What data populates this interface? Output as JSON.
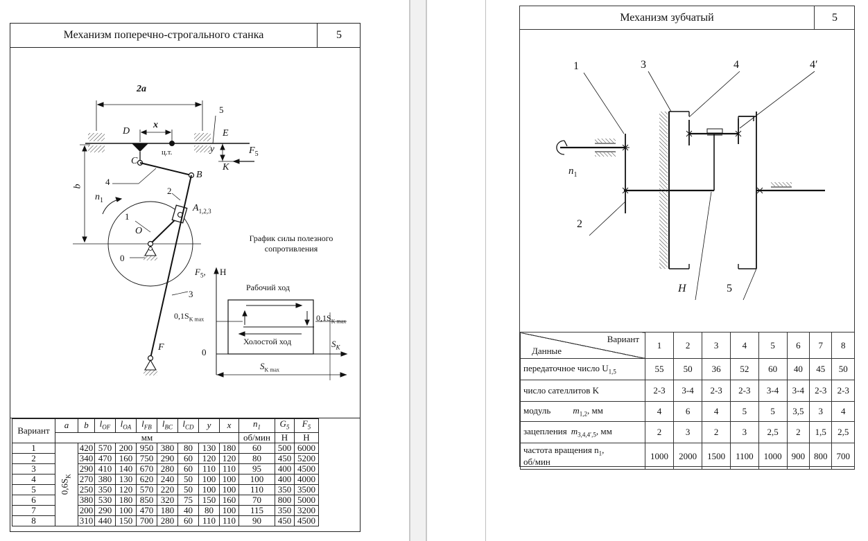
{
  "left": {
    "title": "Механизм поперечно-строгального станка",
    "number": "5",
    "figure": {
      "dim_2a": "2a",
      "dim_x": "x",
      "dim_y": "y",
      "dim_b": "b",
      "point_D": "D",
      "point_E": "E",
      "point_C": "C",
      "point_B": "B",
      "point_K": "K",
      "point_O": "O",
      "point_F": "F",
      "point_A": "A",
      "point_A_sub": "1,2,3",
      "force": "F",
      "force_sub": "5",
      "cm": "ц.т.",
      "n1": "n",
      "n1_sub": "1",
      "link_5": "5",
      "link_4": "4",
      "link_2": "2",
      "link_1": "1",
      "link_0": "0",
      "link_3": "3",
      "graph_title_1": "График силы полезного",
      "graph_title_2": "сопротивления",
      "graph_yaxis": "F",
      "graph_yaxis_sub": "5",
      "graph_yaxis_unit": "H",
      "work_stroke": "Рабочий ход",
      "idle_stroke": "Холостой ход",
      "s_left": "0,1S",
      "s_right": "0,1S",
      "s_sub": "K max",
      "origin": "0",
      "sk": "S",
      "sk_sub": "K",
      "skmax": "S",
      "skmax_sub": "K max"
    },
    "table": {
      "h_variant": "Вариант",
      "h_a": "a",
      "h_b": "b",
      "h_lof": "l",
      "h_lof_sub": "OF",
      "h_loa": "l",
      "h_loa_sub": "OA",
      "h_lfb": "l",
      "h_lfb_sub": "FB",
      "h_lbc": "l",
      "h_lbc_sub": "BC",
      "h_lcd": "l",
      "h_lcd_sub": "CD",
      "h_y": "y",
      "h_x": "x",
      "h_n1": "n",
      "h_n1_sub": "1",
      "h_g5": "G",
      "h_g5_sub": "5",
      "h_f5": "F",
      "h_f5_sub": "5",
      "u_mm": "мм",
      "u_n1": "об/мин",
      "u_g": "Н",
      "u_f": "Н",
      "a_value": "0,6S",
      "a_value_sub": "K",
      "rows": [
        [
          "1",
          "420",
          "570",
          "200",
          "950",
          "380",
          "80",
          "130",
          "180",
          "60",
          "500",
          "6000"
        ],
        [
          "2",
          "340",
          "470",
          "160",
          "750",
          "290",
          "60",
          "120",
          "120",
          "80",
          "450",
          "5200"
        ],
        [
          "3",
          "290",
          "410",
          "140",
          "670",
          "280",
          "60",
          "110",
          "110",
          "95",
          "400",
          "4500"
        ],
        [
          "4",
          "270",
          "380",
          "130",
          "620",
          "240",
          "50",
          "100",
          "100",
          "100",
          "400",
          "4000"
        ],
        [
          "5",
          "250",
          "350",
          "120",
          "570",
          "220",
          "50",
          "100",
          "100",
          "110",
          "350",
          "3500"
        ],
        [
          "6",
          "380",
          "530",
          "180",
          "850",
          "320",
          "75",
          "150",
          "160",
          "70",
          "800",
          "5000"
        ],
        [
          "7",
          "200",
          "290",
          "100",
          "470",
          "180",
          "40",
          "80",
          "100",
          "115",
          "350",
          "3200"
        ],
        [
          "8",
          "310",
          "440",
          "150",
          "700",
          "280",
          "60",
          "110",
          "110",
          "90",
          "450",
          "4500"
        ]
      ]
    }
  },
  "right": {
    "title": "Механизм зубчатый",
    "number": "5",
    "figure": {
      "l1": "1",
      "l2": "2",
      "l3": "3",
      "l4": "4",
      "l4p": "4′",
      "l5": "5",
      "lH": "H",
      "n1": "n",
      "n1_sub": "1"
    },
    "table": {
      "h_variant": "Вариант",
      "h_data": "Данные",
      "variants": [
        "1",
        "2",
        "3",
        "4",
        "5",
        "6",
        "7",
        "8"
      ],
      "rows": [
        {
          "label": "передаточное число U",
          "sub": "1,5",
          "values": [
            "55",
            "50",
            "36",
            "52",
            "60",
            "40",
            "45",
            "50"
          ]
        },
        {
          "label": "число сателлитов K",
          "sub": "",
          "values": [
            "2-3",
            "3-4",
            "2-3",
            "2-3",
            "3-4",
            "3-4",
            "2-3",
            "2-3"
          ]
        },
        {
          "label": "модуль",
          "sym": "m",
          "sub": "1,2",
          "unit": ", мм",
          "values": [
            "4",
            "6",
            "4",
            "5",
            "5",
            "3,5",
            "3",
            "4"
          ]
        },
        {
          "label": "зацепления",
          "sym": "m",
          "sub": "3,4,4′,5",
          "unit": ", мм",
          "values": [
            "2",
            "3",
            "2",
            "3",
            "2,5",
            "2",
            "1,5",
            "2,5"
          ]
        },
        {
          "label": "частота вращения n",
          "sub": "1",
          "label2": ",",
          "label3": "об/мин",
          "values": [
            "1000",
            "2000",
            "1500",
            "1100",
            "1000",
            "900",
            "800",
            "700"
          ]
        }
      ]
    }
  }
}
